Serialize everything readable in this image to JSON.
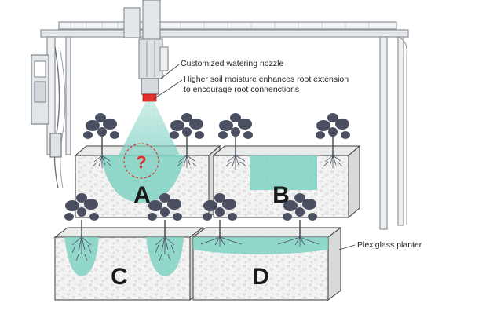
{
  "callouts": {
    "nozzle": "Customized watering nozzle",
    "moisture_line1": "Higher soil moisture enhances root extension",
    "moisture_line2": "to encourage root connenctions",
    "planter": "Plexiglass planter"
  },
  "planters": {
    "a": "A",
    "b": "B",
    "c": "C",
    "d": "D"
  },
  "question_mark": "?",
  "colors": {
    "moisture": "#7fd1c2",
    "nozzle": "#e0312d",
    "frame": "#9aa0a6",
    "plant": "#4a5061",
    "outline": "#3c3c3c"
  }
}
